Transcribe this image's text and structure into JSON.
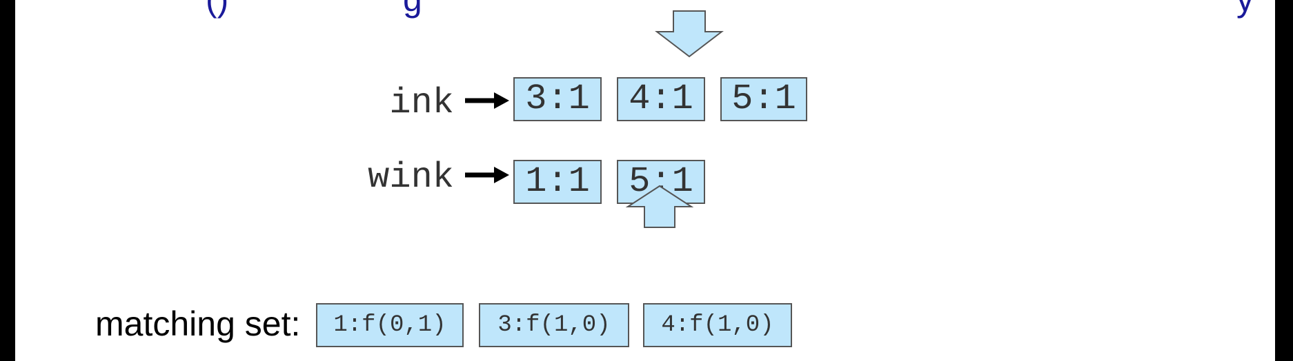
{
  "postings": [
    {
      "term": "ink",
      "entries": [
        "3:1",
        "4:1",
        "5:1"
      ]
    },
    {
      "term": "wink",
      "entries": [
        "1:1",
        "5:1"
      ]
    }
  ],
  "matching_set": {
    "label": "matching set:",
    "entries": [
      "1:f(0,1)",
      "3:f(1,0)",
      "4:f(1,0)"
    ]
  },
  "colors": {
    "box_fill": "#bfe6fb",
    "box_border": "#555555",
    "arrow_fill": "#bfe6fb",
    "title_text": "#1a1a9a"
  },
  "icons": [
    "pointer-arrow-icon",
    "block-arrow-down-icon",
    "block-arrow-up-icon"
  ]
}
